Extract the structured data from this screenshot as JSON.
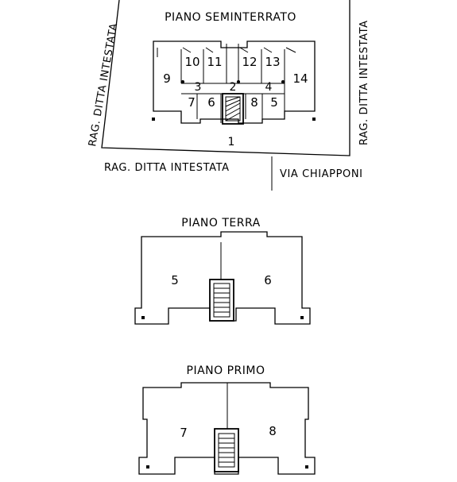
{
  "top_plan": {
    "title": "PIANO SEMINTERRATO",
    "left_label": "RAG. DITTA INTESTATA",
    "right_label": "RAG. DITTA INTESTATA",
    "bottom_label": "RAG. DITTA INTESTATA",
    "street_label": "VIA CHIAPPONI",
    "units": [
      "1",
      "2",
      "3",
      "4",
      "5",
      "6",
      "7",
      "8",
      "9",
      "10",
      "11",
      "12",
      "13",
      "14"
    ]
  },
  "middle_plan": {
    "title": "PIANO TERRA",
    "units": [
      "5",
      "6"
    ]
  },
  "bottom_plan": {
    "title": "PIANO PRIMO",
    "units": [
      "7",
      "8"
    ]
  }
}
